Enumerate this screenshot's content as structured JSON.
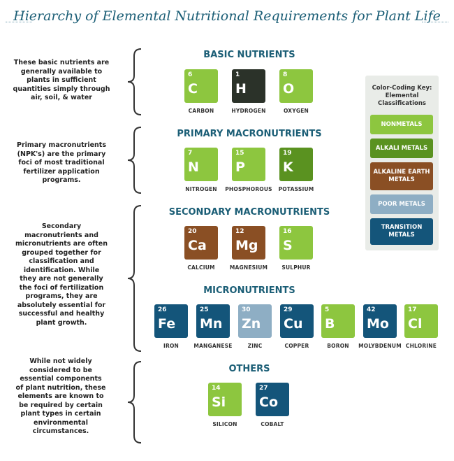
{
  "title": "Hierarchy of Elemental Nutritional Requirements for Plant Life",
  "colors": {
    "nonmetal": "#8dc63f",
    "alkali": "#5a9220",
    "alkaline_earth": "#8a4f24",
    "poor": "#8eaec4",
    "transition": "#14557a",
    "hydrogen": "#2b3229"
  },
  "groups": [
    {
      "title": "BASIC NUTRIENTS",
      "description": "These basic nutrients are generally available to plants in sufficient quantities simply through air, soil, & water",
      "elements": [
        {
          "number": "6",
          "symbol": "C",
          "name": "CARBON",
          "class": "nonmetal"
        },
        {
          "number": "1",
          "symbol": "H",
          "name": "HYDROGEN",
          "class": "hydrogen"
        },
        {
          "number": "8",
          "symbol": "O",
          "name": "OXYGEN",
          "class": "nonmetal"
        }
      ]
    },
    {
      "title": "PRIMARY MACRONUTRIENTS",
      "description": "Primary macronutrients (NPK's) are the primary foci of most traditional fertilizer application programs.",
      "elements": [
        {
          "number": "7",
          "symbol": "N",
          "name": "NITROGEN",
          "class": "nonmetal"
        },
        {
          "number": "15",
          "symbol": "P",
          "name": "PHOSPHOROUS",
          "class": "nonmetal"
        },
        {
          "number": "19",
          "symbol": "K",
          "name": "POTASSIUM",
          "class": "alkali"
        }
      ]
    },
    {
      "title": "SECONDARY MACRONUTRIENTS",
      "description": "Secondary macronutrients and micronutrients are often grouped together for classification and identification. While they are not generally the foci of fertilization programs, they are absolutely essential for successful and healthy plant growth.",
      "elements": [
        {
          "number": "20",
          "symbol": "Ca",
          "name": "CALCIUM",
          "class": "alkaline_earth"
        },
        {
          "number": "12",
          "symbol": "Mg",
          "name": "MAGNESIUM",
          "class": "alkaline_earth"
        },
        {
          "number": "16",
          "symbol": "S",
          "name": "SULPHUR",
          "class": "nonmetal"
        }
      ]
    },
    {
      "title": "MICRONUTRIENTS",
      "elements": [
        {
          "number": "26",
          "symbol": "Fe",
          "name": "IRON",
          "class": "transition"
        },
        {
          "number": "25",
          "symbol": "Mn",
          "name": "MANGANESE",
          "class": "transition"
        },
        {
          "number": "30",
          "symbol": "Zn",
          "name": "ZINC",
          "class": "poor"
        },
        {
          "number": "29",
          "symbol": "Cu",
          "name": "COPPER",
          "class": "transition"
        },
        {
          "number": "5",
          "symbol": "B",
          "name": "BORON",
          "class": "nonmetal"
        },
        {
          "number": "42",
          "symbol": "Mo",
          "name": "MOLYBDENUM",
          "class": "transition"
        },
        {
          "number": "17",
          "symbol": "Cl",
          "name": "CHLORINE",
          "class": "nonmetal"
        }
      ]
    },
    {
      "title": "OTHERS",
      "description": "While not widely considered to be essential components of plant nutrition, these elements are known to be required by certain plant types in certain environmental circumstances.",
      "elements": [
        {
          "number": "14",
          "symbol": "Si",
          "name": "SILICON",
          "class": "nonmetal"
        },
        {
          "number": "27",
          "symbol": "Co",
          "name": "COBALT",
          "class": "transition"
        }
      ]
    }
  ],
  "key": {
    "title": "Color-Coding Key: Elemental Classifications",
    "items": [
      {
        "label": "NONMETALS",
        "class": "nonmetal"
      },
      {
        "label": "ALKALI METALS",
        "class": "alkali"
      },
      {
        "label": "ALKALINE EARTH METALS",
        "class": "alkaline_earth"
      },
      {
        "label": "POOR METALS",
        "class": "poor"
      },
      {
        "label": "TRANSITION METALS",
        "class": "transition"
      }
    ]
  }
}
